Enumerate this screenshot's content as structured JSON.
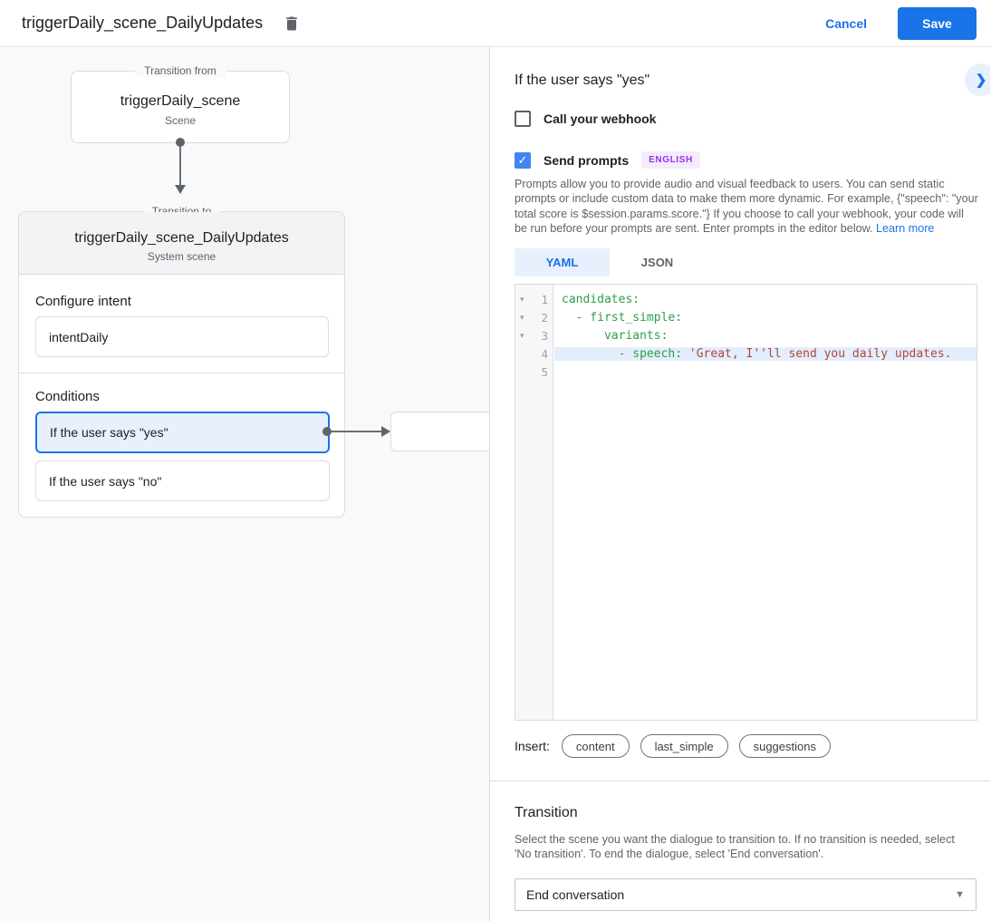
{
  "header": {
    "title": "triggerDaily_scene_DailyUpdates",
    "cancel_label": "Cancel",
    "save_label": "Save"
  },
  "canvas": {
    "from_node": {
      "legend": "Transition from",
      "title": "triggerDaily_scene",
      "subtitle": "Scene"
    },
    "to_node": {
      "legend": "Transition to",
      "title": "triggerDaily_scene_DailyUpdates",
      "subtitle": "System scene",
      "intent_heading": "Configure intent",
      "intent_value": "intentDaily",
      "conditions_heading": "Conditions",
      "conditions": [
        {
          "label": "If the user says \"yes\"",
          "selected": true
        },
        {
          "label": "If the user says \"no\"",
          "selected": false
        }
      ]
    }
  },
  "panel": {
    "title": "If the user says \"yes\"",
    "webhook_label": "Call your webhook",
    "prompts_label": "Send prompts",
    "prompts_badge": "ENGLISH",
    "description": "Prompts allow you to provide audio and visual feedback to users. You can send static prompts or include custom data to make them more dynamic. For example, {\"speech\": \"your total score is $session.params.score.\"} If you choose to call your webhook, your code will be run before your prompts are sent. Enter prompts in the editor below. ",
    "learn_more": "Learn more",
    "tabs": [
      {
        "label": "YAML",
        "active": true
      },
      {
        "label": "JSON",
        "active": false
      }
    ],
    "editor": {
      "lines": [
        {
          "num": "1",
          "fold": "▾",
          "code": "candidates:",
          "str": ""
        },
        {
          "num": "2",
          "fold": "▾",
          "code": "  - first_simple:",
          "str": ""
        },
        {
          "num": "3",
          "fold": "▾",
          "code": "      variants:",
          "str": ""
        },
        {
          "num": "4",
          "fold": "",
          "code": "        - speech: ",
          "str": "'Great, I''ll send you daily updates."
        },
        {
          "num": "5",
          "fold": "",
          "code": "",
          "str": ""
        }
      ]
    },
    "insert_label": "Insert:",
    "chips": [
      "content",
      "last_simple",
      "suggestions"
    ],
    "transition": {
      "heading": "Transition",
      "description": "Select the scene you want the dialogue to transition to. If no transition is needed, select 'No transition'. To end the dialogue, select 'End conversation'.",
      "select_value": "End conversation"
    }
  },
  "icons": {
    "check": "✓",
    "chevron_right": "❯",
    "caret_down": "▼"
  },
  "colors": {
    "accent": "#1a73e8",
    "selected_bg": "#e8f0fe",
    "code_key": "#2e9e46",
    "code_string": "#b5443c",
    "line_highlight": "#e3eefc",
    "badge_bg": "#f4ecfd",
    "badge_text": "#9334e6"
  }
}
